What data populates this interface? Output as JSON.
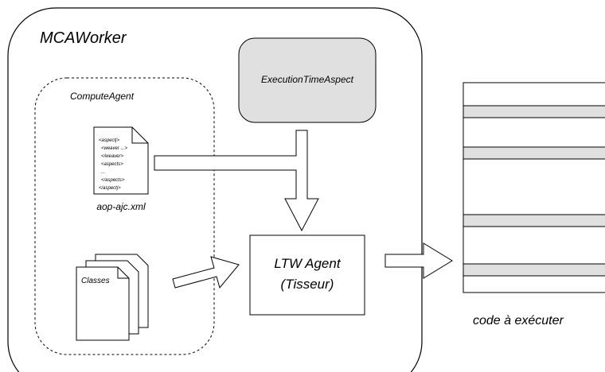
{
  "worker": {
    "title": "MCAWorker"
  },
  "compute_agent": {
    "title": "ComputeAgent"
  },
  "aspect": {
    "label": "ExecutionTimeAspect",
    "fill": "#e0e0e0"
  },
  "xml_file": {
    "lines": [
      "<aspectj>",
      "<weaver ...>",
      "</weaver>",
      "<aspects>",
      "...",
      "</aspects>",
      "</aspectj>"
    ],
    "caption": "aop-ajc.xml"
  },
  "classes": {
    "label": "Classes"
  },
  "ltw": {
    "line1": "LTW Agent",
    "line2": "(Tisseur)"
  },
  "code": {
    "caption": "code à exécuter",
    "stripe_fill": "#e0e0e0"
  }
}
